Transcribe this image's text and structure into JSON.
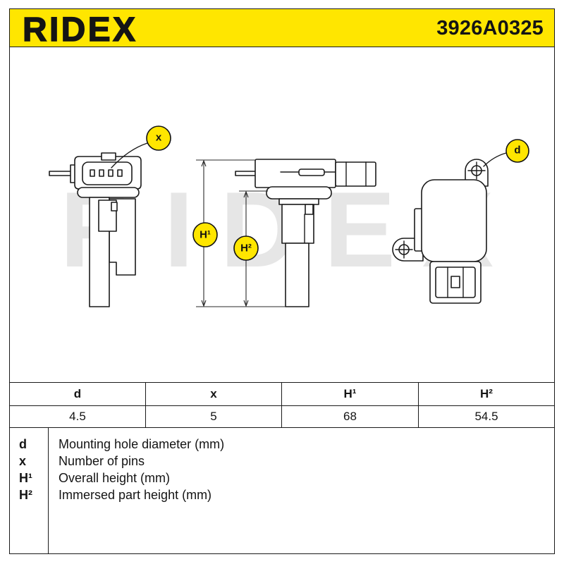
{
  "header": {
    "logo": "RIDEX",
    "part_number": "3926A0325",
    "background_color": "#FFE600"
  },
  "watermark": "RIDEX",
  "callouts": {
    "pins": "x",
    "hole_diameter": "d",
    "overall_height": "H¹",
    "immersed_height": "H²",
    "color": "#FFE600"
  },
  "spec_table": {
    "headers": [
      "d",
      "x",
      "H¹",
      "H²"
    ],
    "values": [
      "4.5",
      "5",
      "68",
      "54.5"
    ]
  },
  "legend": [
    {
      "symbol": "d",
      "description": "Mounting hole diameter (mm)"
    },
    {
      "symbol": "x",
      "description": "Number of pins"
    },
    {
      "symbol": "H¹",
      "description": "Overall height (mm)"
    },
    {
      "symbol": "H²",
      "description": "Immersed part height (mm)"
    }
  ]
}
